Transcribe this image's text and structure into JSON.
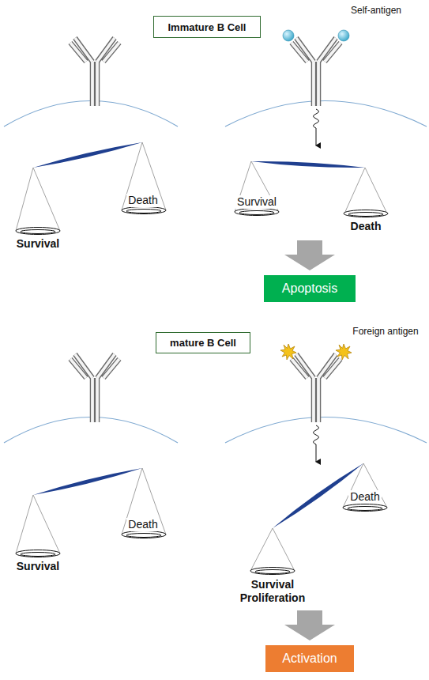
{
  "diagram": {
    "nodes": [
      {
        "text": [
          "Immature B Cell"
        ]
      },
      {
        "text": [
          "Apoptosis"
        ]
      },
      {
        "text": [
          "mature B Cell"
        ]
      },
      {
        "text": [
          "Activation"
        ]
      }
    ],
    "labels": [
      "Self-antigen",
      "Death",
      "Survival",
      "Survival",
      "Death",
      "Foreign antigen",
      "Death",
      "Survival",
      "Death",
      "Survival Proliferation"
    ]
  }
}
